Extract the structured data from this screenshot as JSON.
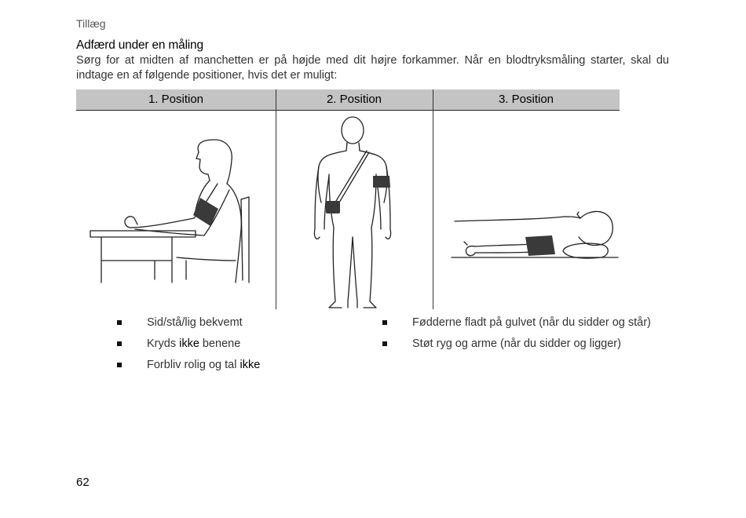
{
  "page": {
    "section_header": "Tillæg",
    "heading": "Adfærd under en måling",
    "intro": "Sørg for at midten af manchetten er på højde med dit højre forkammer. Når en blodtryksmåling starter, skal du indtage en af følgende positioner, hvis det er muligt:",
    "page_number": "62"
  },
  "table": {
    "columns": [
      "1. Position",
      "2. Position",
      "3. Position"
    ]
  },
  "bullets": {
    "left": [
      {
        "text": "Sid/stå/lig bekvemt"
      },
      {
        "before": "Kryds ",
        "emph": "ikke",
        "after": " benene"
      },
      {
        "before": "Forbliv rolig og tal ",
        "emph": "ikke",
        "after": ""
      }
    ],
    "right": [
      {
        "text": "Fødderne fladt på gulvet (når du sidder og står)"
      },
      {
        "text": "Støt ryg og arme (når du sidder og ligger)"
      }
    ]
  },
  "colors": {
    "header_bg": "#c4c4c4",
    "cuff": "#3a3a3a"
  },
  "icons": [
    "bullet-square-icon"
  ]
}
